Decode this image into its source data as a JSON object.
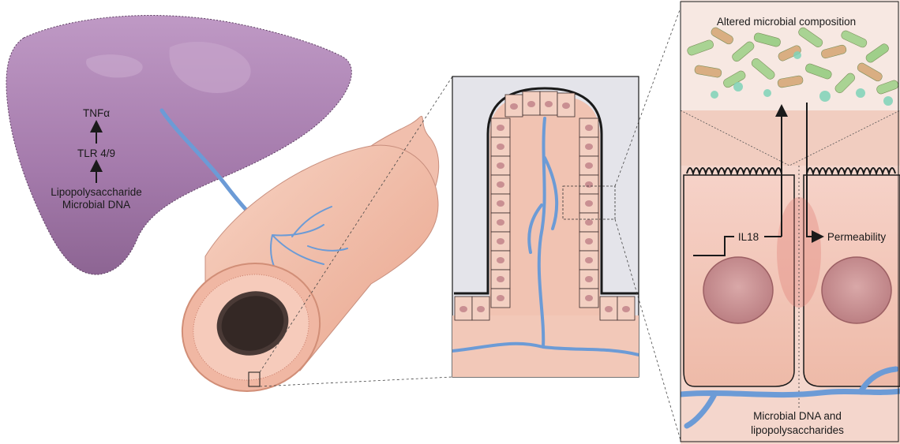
{
  "liver": {
    "cytokine": "TNFα",
    "receptor": "TLR 4/9",
    "ligand_line1": "Lipopolysaccharide",
    "ligand_line2": "Microbial DNA"
  },
  "panel": {
    "title": "Altered microbial composition",
    "il18": "IL18",
    "permeability": "Permeability",
    "bottom_line1": "Microbial DNA and",
    "bottom_line2": "lipopolysaccharides"
  },
  "colors": {
    "liver": "#a87dae",
    "liver_dark": "#8a5e91",
    "vessel": "#6c9bd6",
    "intestine": "#f3c2ae",
    "mucosa": "#f5d5c6",
    "cell_nucleus": "#c98f92",
    "bacteria_green": "#9dcf8c",
    "bacteria_tan": "#d4a77c",
    "panel_bg": "#e4e4ea"
  }
}
